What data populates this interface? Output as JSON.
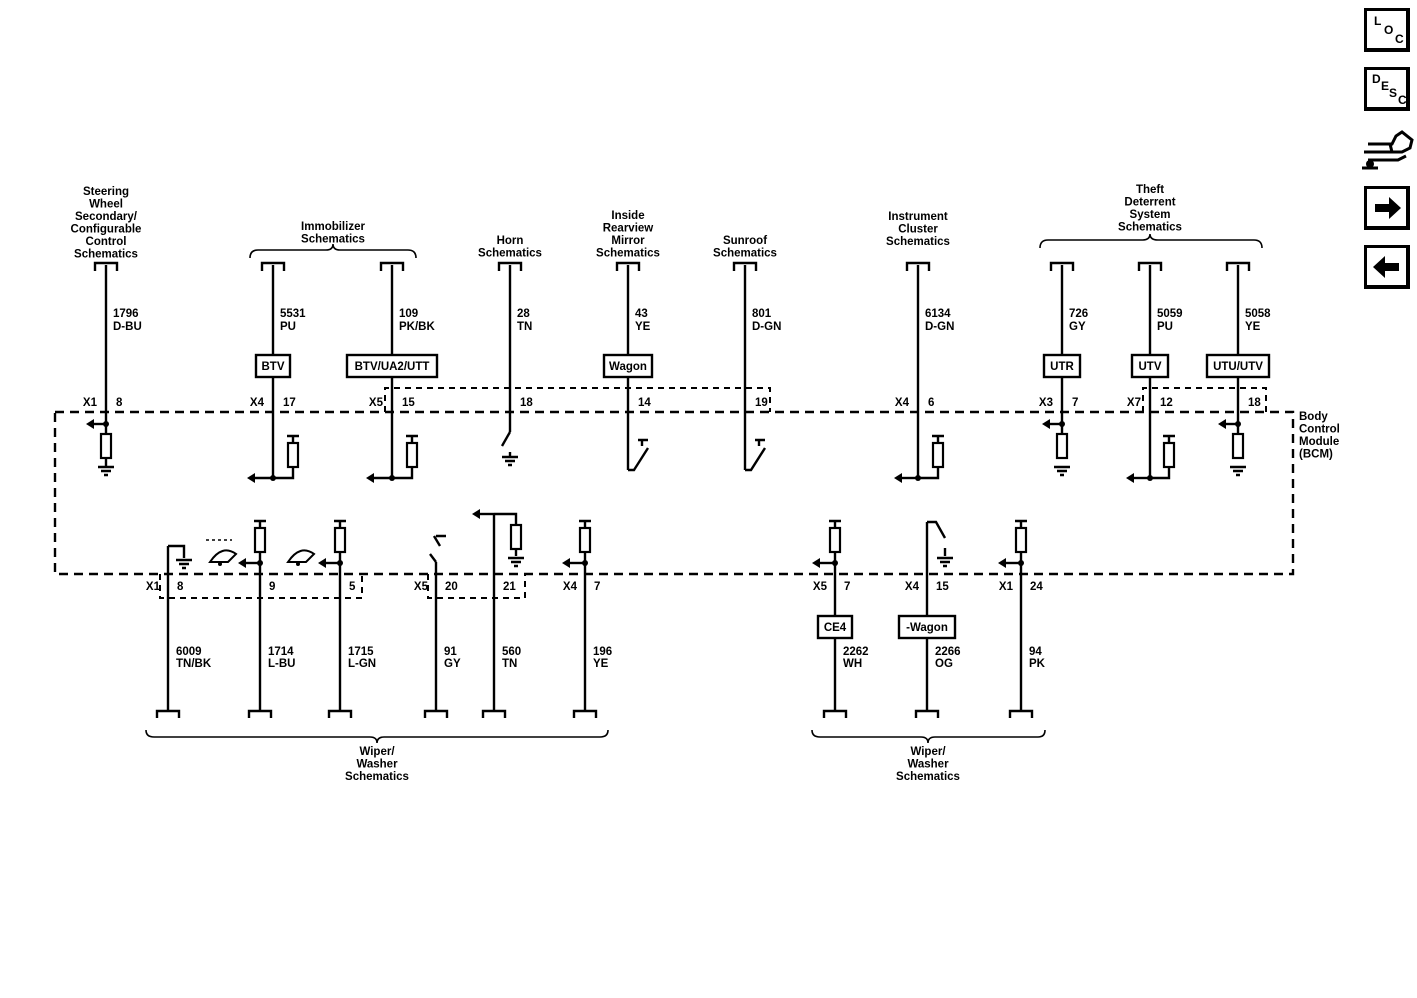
{
  "nav": {
    "loc": [
      "L",
      "O",
      "C"
    ],
    "desc": [
      "D",
      "E",
      "S",
      "C"
    ]
  },
  "top_labels": {
    "steering": [
      "Steering",
      "Wheel",
      "Secondary/",
      "Configurable",
      "Control",
      "Schematics"
    ],
    "immobilizer": [
      "Immobilizer",
      "Schematics"
    ],
    "horn": [
      "Horn",
      "Schematics"
    ],
    "mirror": [
      "Inside",
      "Rearview",
      "Mirror",
      "Schematics"
    ],
    "sunroof": [
      "Sunroof",
      "Schematics"
    ],
    "cluster": [
      "Instrument",
      "Cluster",
      "Schematics"
    ],
    "theft": [
      "Theft",
      "Deterrent",
      "System",
      "Schematics"
    ]
  },
  "module_label": [
    "Body",
    "Control",
    "Module",
    "(BCM)"
  ],
  "bottom_labels": {
    "wiper_left": [
      "Wiper/",
      "Washer",
      "Schematics"
    ],
    "wiper_right": [
      "Wiper/",
      "Washer",
      "Schematics"
    ]
  },
  "top_wires": [
    {
      "circuit": "1796",
      "color": "D-BU",
      "connector": "X1",
      "pin": "8"
    },
    {
      "circuit": "5531",
      "color": "PU",
      "option": "BTV",
      "connector": "X4",
      "pin": "17"
    },
    {
      "circuit": "109",
      "color": "PK/BK",
      "option": "BTV/UA2/UTT",
      "connector": "X5",
      "pin": "15"
    },
    {
      "circuit": "28",
      "color": "TN",
      "pin": "18"
    },
    {
      "circuit": "43",
      "color": "YE",
      "option": "Wagon",
      "pin": "14"
    },
    {
      "circuit": "801",
      "color": "D-GN",
      "pin": "19"
    },
    {
      "circuit": "6134",
      "color": "D-GN",
      "connector": "X4",
      "pin": "6"
    },
    {
      "circuit": "726",
      "color": "GY",
      "option": "UTR",
      "connector": "X3",
      "pin": "7"
    },
    {
      "circuit": "5059",
      "color": "PU",
      "option": "UTV",
      "connector": "X7",
      "pin": "12"
    },
    {
      "circuit": "5058",
      "color": "YE",
      "option": "UTU/UTV",
      "pin": "18"
    }
  ],
  "bottom_wires": [
    {
      "circuit": "6009",
      "color": "TN/BK",
      "connector": "X1",
      "pin": "8"
    },
    {
      "circuit": "1714",
      "color": "L-BU",
      "pin": "9"
    },
    {
      "circuit": "1715",
      "color": "L-GN",
      "pin": "5"
    },
    {
      "circuit": "91",
      "color": "GY",
      "connector": "X5",
      "pin": "20"
    },
    {
      "circuit": "560",
      "color": "TN",
      "pin": "21"
    },
    {
      "circuit": "196",
      "color": "YE",
      "connector": "X4",
      "pin": "7"
    },
    {
      "circuit": "2262",
      "color": "WH",
      "option": "CE4",
      "connector": "X5",
      "pin": "7"
    },
    {
      "circuit": "2266",
      "color": "OG",
      "option": "-Wagon",
      "connector": "X4",
      "pin": "15"
    },
    {
      "circuit": "94",
      "color": "PK",
      "connector": "X1",
      "pin": "24"
    }
  ]
}
